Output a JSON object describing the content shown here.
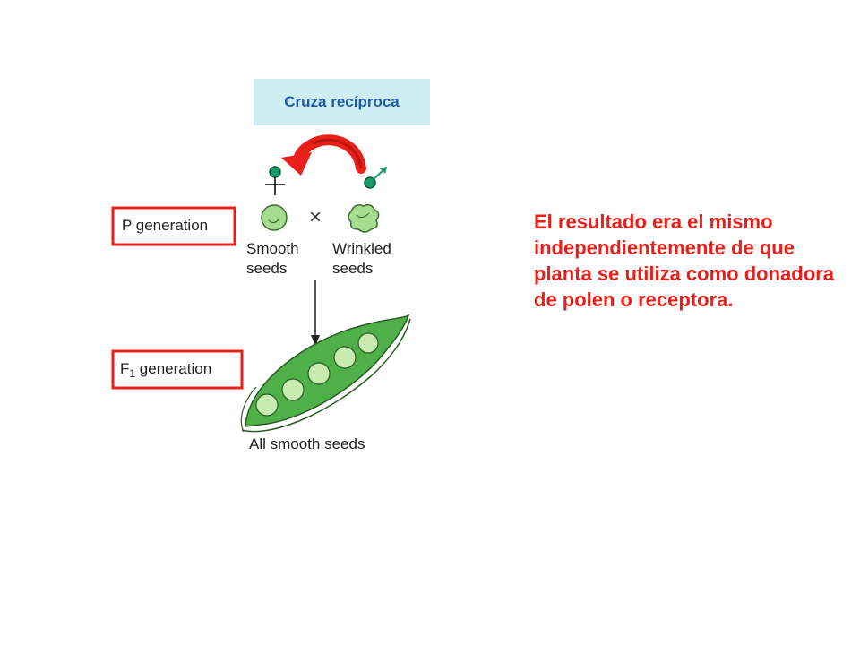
{
  "cruza_label": "Cruza recíproca",
  "cross_symbol": "×",
  "labels": {
    "p_generation": "P generation",
    "f1_prefix": "F",
    "f1_subscript": "1",
    "f1_suffix": " generation",
    "smooth_line1": "Smooth",
    "smooth_line2": "seeds",
    "wrinkled_line1": "Wrinkled",
    "wrinkled_line2": "seeds",
    "all_smooth": "All smooth seeds"
  },
  "explanation": "El resultado era el mismo independientemente de que planta se utiliza como donadora de polen o receptora.",
  "colors": {
    "accent_red": "#e8201a",
    "label_blue": "#1f5aa8",
    "box_cyan": "#cdeef2",
    "symbol_green": "#1a9a6a",
    "pea_green": "#8fd07a",
    "pod_green": "#4fb04a"
  }
}
